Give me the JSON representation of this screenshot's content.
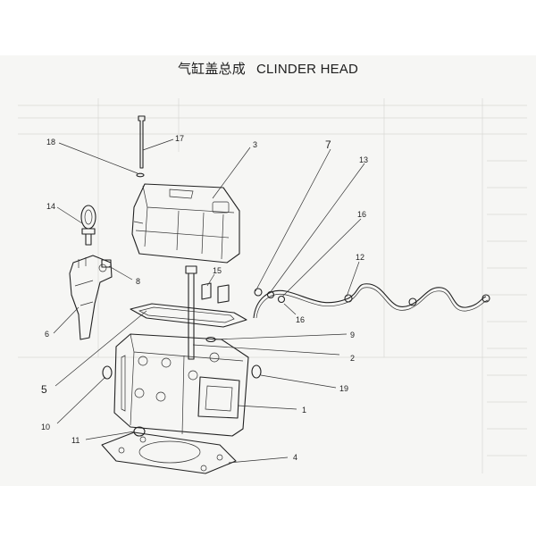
{
  "title": {
    "zh": "气缸盖总成",
    "en": "CLINDER HEAD"
  },
  "callouts": [
    "1",
    "2",
    "3",
    "4",
    "5",
    "6",
    "7",
    "8",
    "9",
    "10",
    "11",
    "12",
    "13",
    "14",
    "15",
    "16",
    "16",
    "17",
    "18",
    "19"
  ]
}
